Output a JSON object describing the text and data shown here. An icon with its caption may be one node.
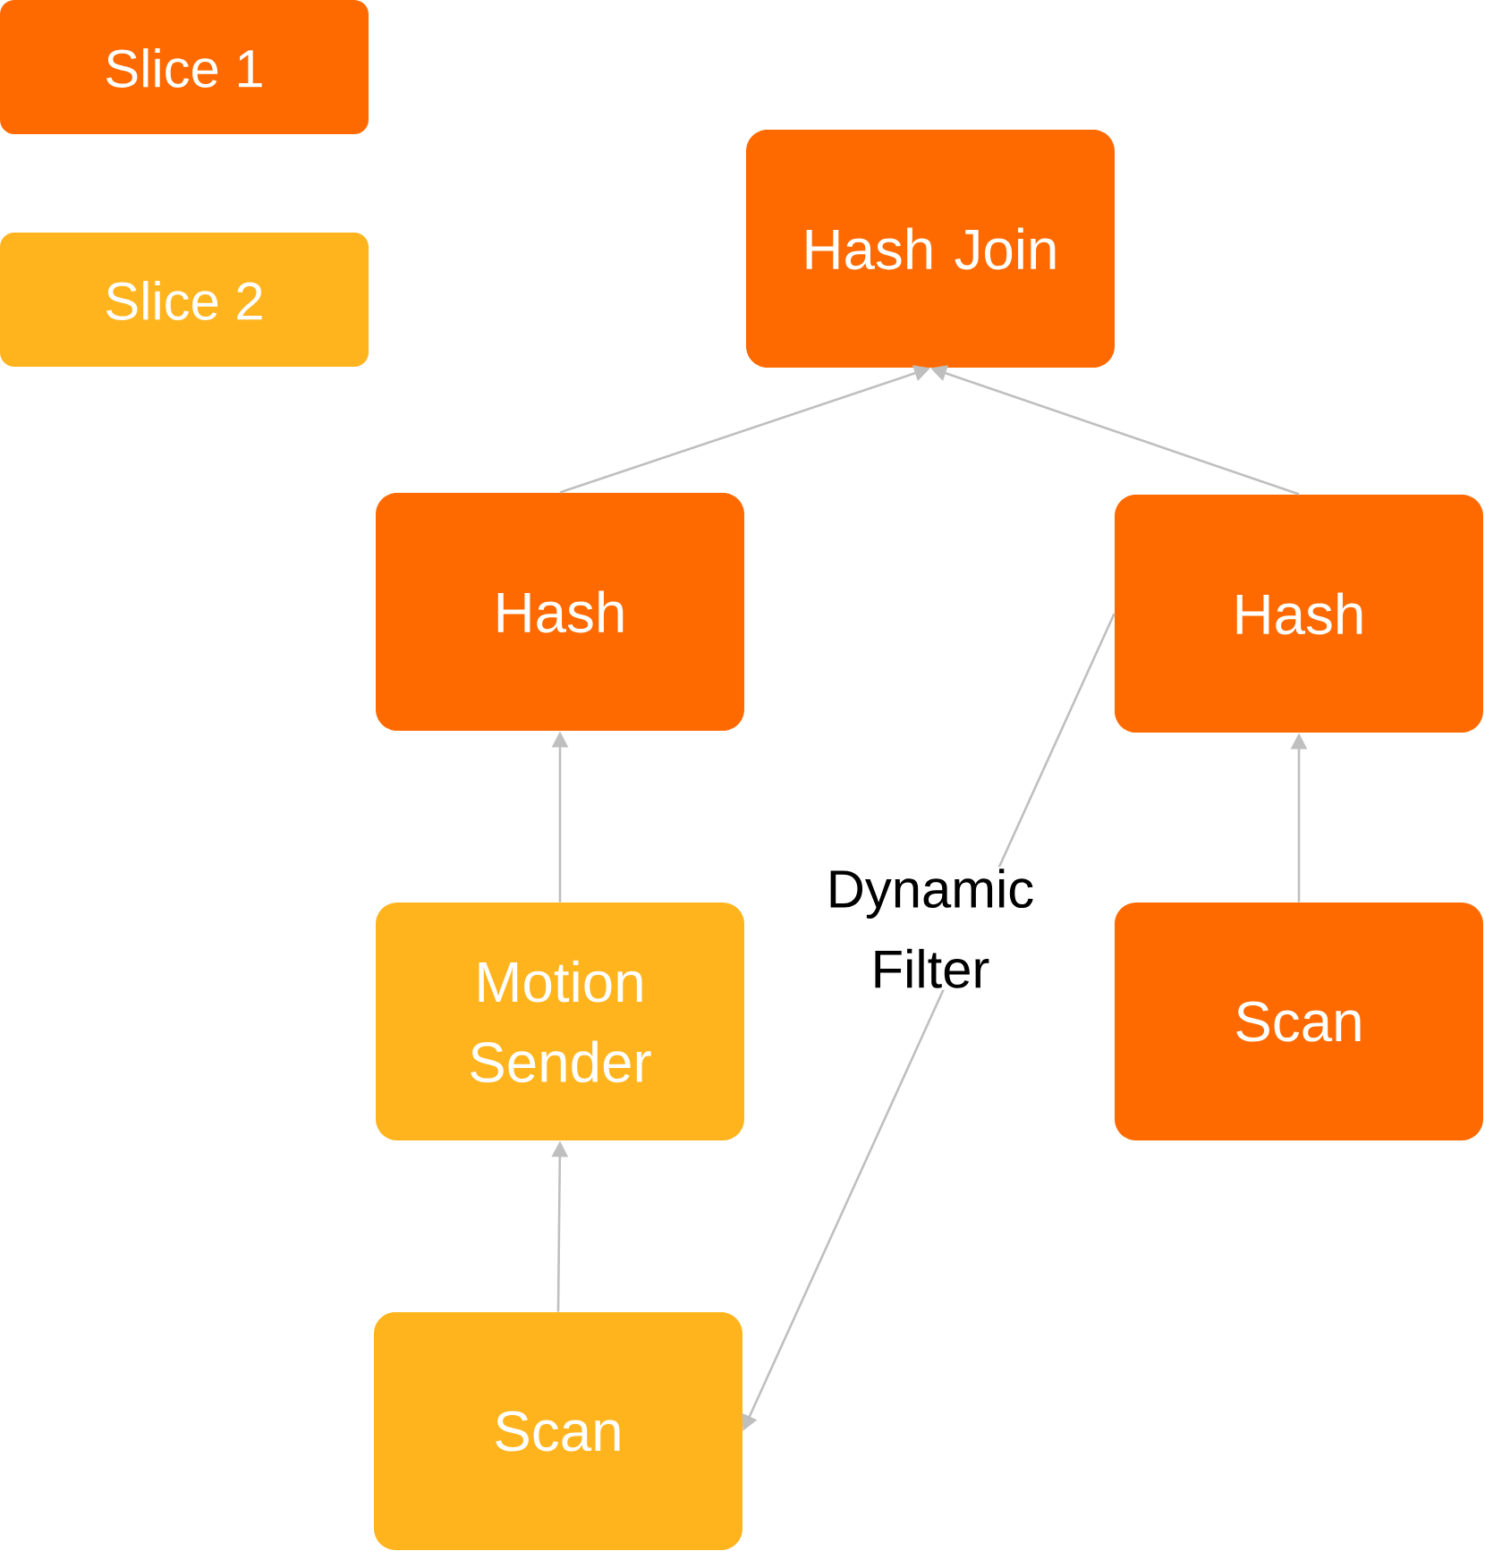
{
  "diagram": {
    "nodes": [
      {
        "text": [
          "Hash Join"
        ]
      },
      {
        "text": [
          "Hash"
        ]
      },
      {
        "text": [
          "Hash"
        ]
      },
      {
        "text": [
          "Motion Sender"
        ]
      },
      {
        "text": [
          "Scan"
        ]
      },
      {
        "text": [
          "Scan"
        ]
      }
    ],
    "edges": [
      {
        "from": 1,
        "to": 0,
        "arrow": "to"
      },
      {
        "from": 2,
        "to": 0,
        "arrow": "to"
      },
      {
        "from": 3,
        "to": 1,
        "arrow": "to"
      },
      {
        "from": 5,
        "to": 3,
        "arrow": "to"
      },
      {
        "from": 4,
        "to": 2,
        "arrow": "to"
      },
      {
        "from": 2,
        "to": 5,
        "arrow": "to",
        "label": "Dynamic Filter"
      }
    ],
    "legend": [
      {
        "text": "Slice 1",
        "color": "#ff6a00"
      },
      {
        "text": "Slice 2",
        "color": "#ffb41e"
      }
    ]
  }
}
